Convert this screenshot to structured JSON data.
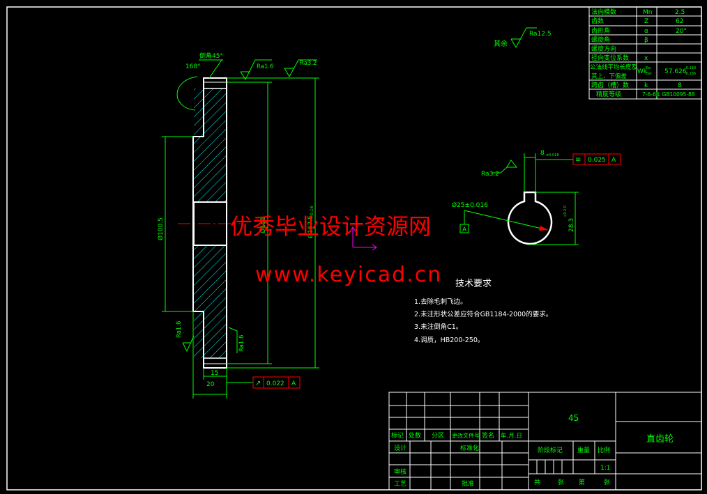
{
  "params": [
    {
      "name": "法向模数",
      "sym": "Mn",
      "val": "2.5"
    },
    {
      "name": "齿数",
      "sym": "Z",
      "val": "62"
    },
    {
      "name": "齿形角",
      "sym": "α",
      "val": "20°"
    },
    {
      "name": "螺旋角",
      "sym": "β",
      "val": ""
    },
    {
      "name": "螺旋方向",
      "sym": "",
      "val": ""
    },
    {
      "name": "径向变位系数",
      "sym": "x",
      "val": ""
    },
    {
      "name": "公法线平均长度及",
      "sym": "Wk",
      "val": "57.626"
    },
    {
      "name": "其上、下偏差",
      "sym": "",
      "val": ""
    },
    {
      "name": "跨齿（槽）数",
      "sym": "k",
      "val": "8"
    },
    {
      "name": "精度等级",
      "sym": "",
      "val": "7-6-6JL GB10095-88"
    }
  ],
  "wk_tol": {
    "upper": "-0.110",
    "lower": "-0.156",
    "sym_a": "Ew",
    "sym_b": "Ewi"
  },
  "roughness": {
    "rest": "其余",
    "ra125": "Ra12.5",
    "ra16": "Ra1.6",
    "ra32": "Ra3.2",
    "ra16b": "Ra1.6",
    "ra16c": "Ra1.6",
    "ra32b": "Ra3.2"
  },
  "dims": {
    "chamfer": "倒角45°",
    "angle": "168°",
    "d100": "Ø100.5",
    "d155": "Ø155",
    "d1675": "Ø167.5",
    "d1675_tol": "-0.16",
    "w15": "15",
    "w20": "20",
    "runout": "0.022",
    "runout_ref": "A",
    "keyway": "8",
    "keyway_tol": "±0.018",
    "sym_tol": "0.025",
    "sym_ref": "A",
    "bore": "Ø25±0.016",
    "bore_ref": "A",
    "depth": "28.3",
    "depth_tol": "+0.2 0"
  },
  "watermark": {
    "line1": "优秀毕业设计资源网",
    "line2": "www.keyicad.cn"
  },
  "tech": {
    "title": "技术要求",
    "items": [
      "1.去除毛刺飞边。",
      "2.未注形状公差应符合GB1184-2000的要求。",
      "3.未注倒角C1。",
      "4.调质，HB200-250。"
    ]
  },
  "title_block": {
    "material": "45",
    "part_name": "直齿轮",
    "h_mark": "标记",
    "h_count": "处数",
    "h_zone": "分区",
    "h_doc": "更改文件号",
    "h_sign": "签名",
    "h_date": "年.月.日",
    "design": "设计",
    "standard": "标准化",
    "check": "审核",
    "process": "工艺",
    "approve": "批准",
    "stage": "阶段标记",
    "weight": "重量",
    "scale_label": "比例",
    "scale": "1:1",
    "total": "共",
    "sheets": "张",
    "sheet": "第",
    "sheets2": "张"
  },
  "colors": {
    "outline": "#ffffff",
    "dim": "#00ff00",
    "hatch": "#00ffff",
    "watermark": "#ff0000",
    "text": "#ffff00",
    "axis": "#ff00ff"
  }
}
